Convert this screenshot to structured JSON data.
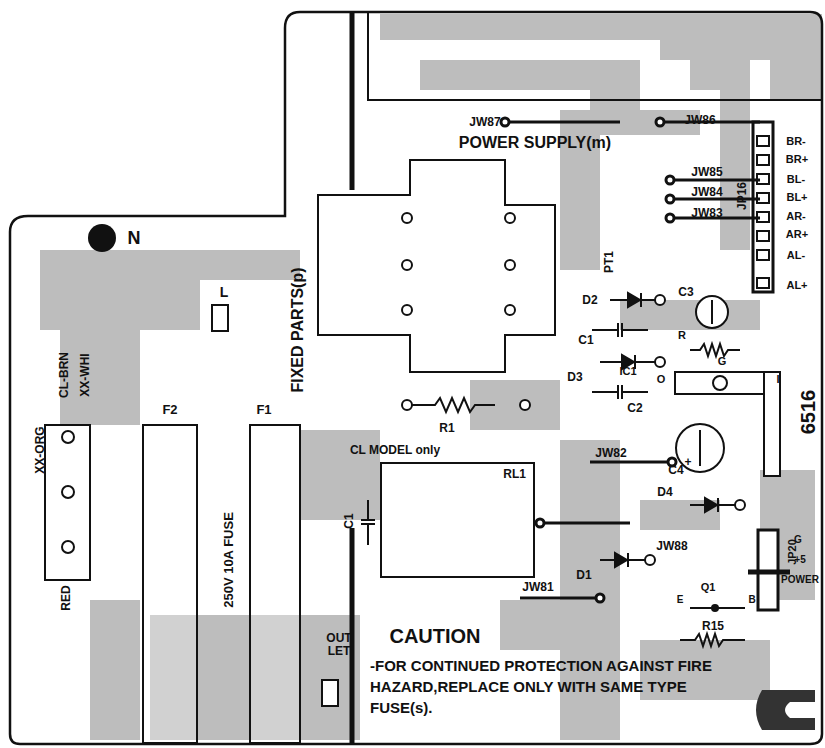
{
  "diagram": {
    "nodes": [
      {
        "text": [
          "RL1"
        ]
      }
    ],
    "labels": [
      "JW87",
      "JW86",
      "POWER SUPPLY(m)",
      "JW85",
      "JW84",
      "JW83",
      "JP16",
      "BR-",
      "BR+",
      "BL-",
      "BL+",
      "AR-",
      "AR+",
      "AL-",
      "AL+",
      "N",
      "L",
      "CL-BRN",
      "XX-WHI",
      "XX-ORG",
      "RED",
      "F2",
      "F1",
      "250V 10A FUSE",
      "FIXED PARTS(p)",
      "PT1",
      "D2",
      "C3",
      "C1",
      "D3",
      "R",
      "C2",
      "O",
      "G",
      "I",
      "IC1",
      "6516",
      "R1",
      "CL MODEL only",
      "C1",
      "JW82",
      "C4",
      "+",
      "D4",
      "JW88",
      "D1",
      "JP20",
      "G",
      "+5",
      "POWER",
      "Q1",
      "E",
      "B",
      "R15",
      "JW81",
      "OUT LET",
      "CAUTION",
      "-FOR CONTINUED PROTECTION AGAINST FIRE HAZARD,REPLACE ONLY WITH SAME TYPE FUSE(s)."
    ]
  }
}
